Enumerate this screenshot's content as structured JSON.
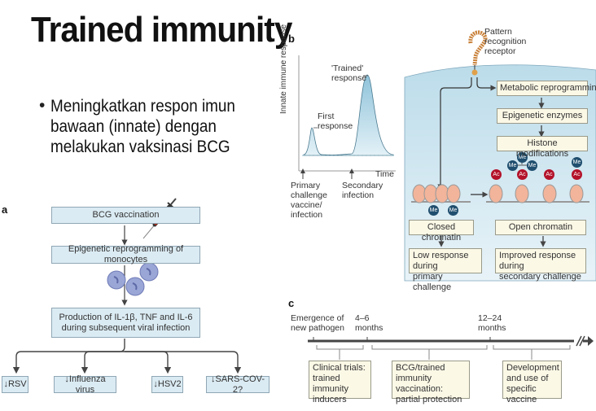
{
  "slide": {
    "title": "Trained immunity",
    "bullet": "Meningkatkan respon imun bawaan (innate) dengan melakukan vaksinasi BCG"
  },
  "panel_a": {
    "label": "a",
    "boxes": {
      "bcg": "BCG vaccination",
      "epigenetic": "Epigenetic reprogramming of monocytes",
      "production_line1": "Production of IL-1β, TNF and IL-6",
      "production_line2": "during subsequent viral infection"
    },
    "outcomes": [
      "↓RSV",
      "↓Influenza virus",
      "↓HSV2",
      "↓SARS-COV-2?"
    ],
    "icons": [
      "syringe-icon",
      "monocyte-cell-icon"
    ]
  },
  "panel_b": {
    "label": "b",
    "chart": {
      "ylabel": "Innate immune response",
      "xlabel": "Time",
      "peak1_label_1": "First",
      "peak1_label_2": "response",
      "peak2_label_1": "'Trained'",
      "peak2_label_2": "response",
      "arrow1_label": [
        "Primary",
        "challenge",
        "vaccine/",
        "infection"
      ],
      "arrow2_label": [
        "Secondary",
        "infection"
      ]
    },
    "receptor_label": [
      "Pattern",
      "recognition",
      "receptor"
    ],
    "pathway": [
      "Metabolic reprogramming",
      "Epigenetic enzymes",
      "Histone modifications"
    ],
    "closed_chromatin": "Closed chromatin",
    "open_chromatin": "Open chromatin",
    "low_response": [
      "Low response during",
      "primary challenge"
    ],
    "improved_response": [
      "Improved response during",
      "secondary challenge"
    ],
    "marks": {
      "me": "Me",
      "ac": "Ac"
    },
    "colors": {
      "cell": "#cfe6f1",
      "me": "#1f4e6e",
      "ac": "#b3122a",
      "receptor": "#d98c3a"
    }
  },
  "panel_c": {
    "label": "c",
    "ticks": [
      {
        "line1": "Emergence of",
        "line2": "new pathogen"
      },
      {
        "line1": "4–6",
        "line2": "months"
      },
      {
        "line1": "12–24",
        "line2": "months"
      }
    ],
    "phases": [
      [
        "Clinical trials:",
        "trained immunity",
        "inducers"
      ],
      [
        "BCG/trained",
        "immunity vaccination:",
        "partial protection"
      ],
      [
        "Development",
        "and use of",
        "specific vaccine"
      ]
    ]
  }
}
